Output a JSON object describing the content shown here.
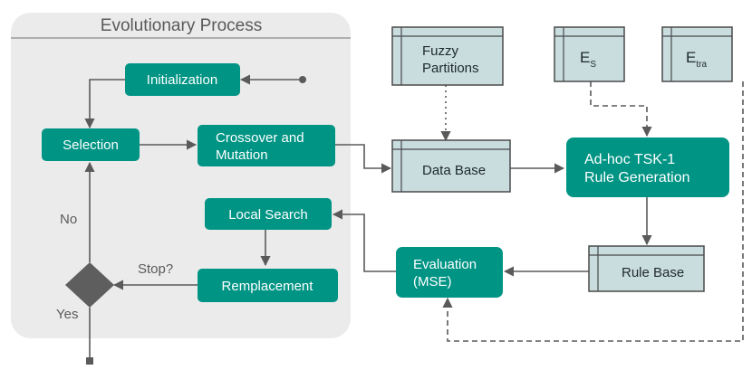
{
  "diagram": {
    "title": "Evolutionary Process",
    "colors": {
      "process_fill": "#009484",
      "store_fill": "#c9dcde",
      "store_stroke": "#4a4a4a",
      "panel_fill": "#ebebeb",
      "decision_fill": "#5e5e5e",
      "connector": "#5a5a5a"
    },
    "nodes": {
      "initialization": "Initialization",
      "selection": "Selection",
      "crossover_line1": "Crossover and",
      "crossover_line2": "Mutation",
      "local_search": "Local Search",
      "remplacement": "Remplacement",
      "evaluation_line1": "Evaluation",
      "evaluation_line2": "(MSE)",
      "rule_gen_line1": "Ad-hoc TSK-1",
      "rule_gen_line2": "Rule Generation",
      "fuzzy_line1": "Fuzzy",
      "fuzzy_line2": "Partitions",
      "data_base": "Data Base",
      "rule_base": "Rule Base",
      "es_main": "E",
      "es_sub": "S",
      "etra_main": "E",
      "etra_sub": "tra"
    },
    "labels": {
      "no": "No",
      "yes": "Yes",
      "stop": "Stop?"
    }
  }
}
